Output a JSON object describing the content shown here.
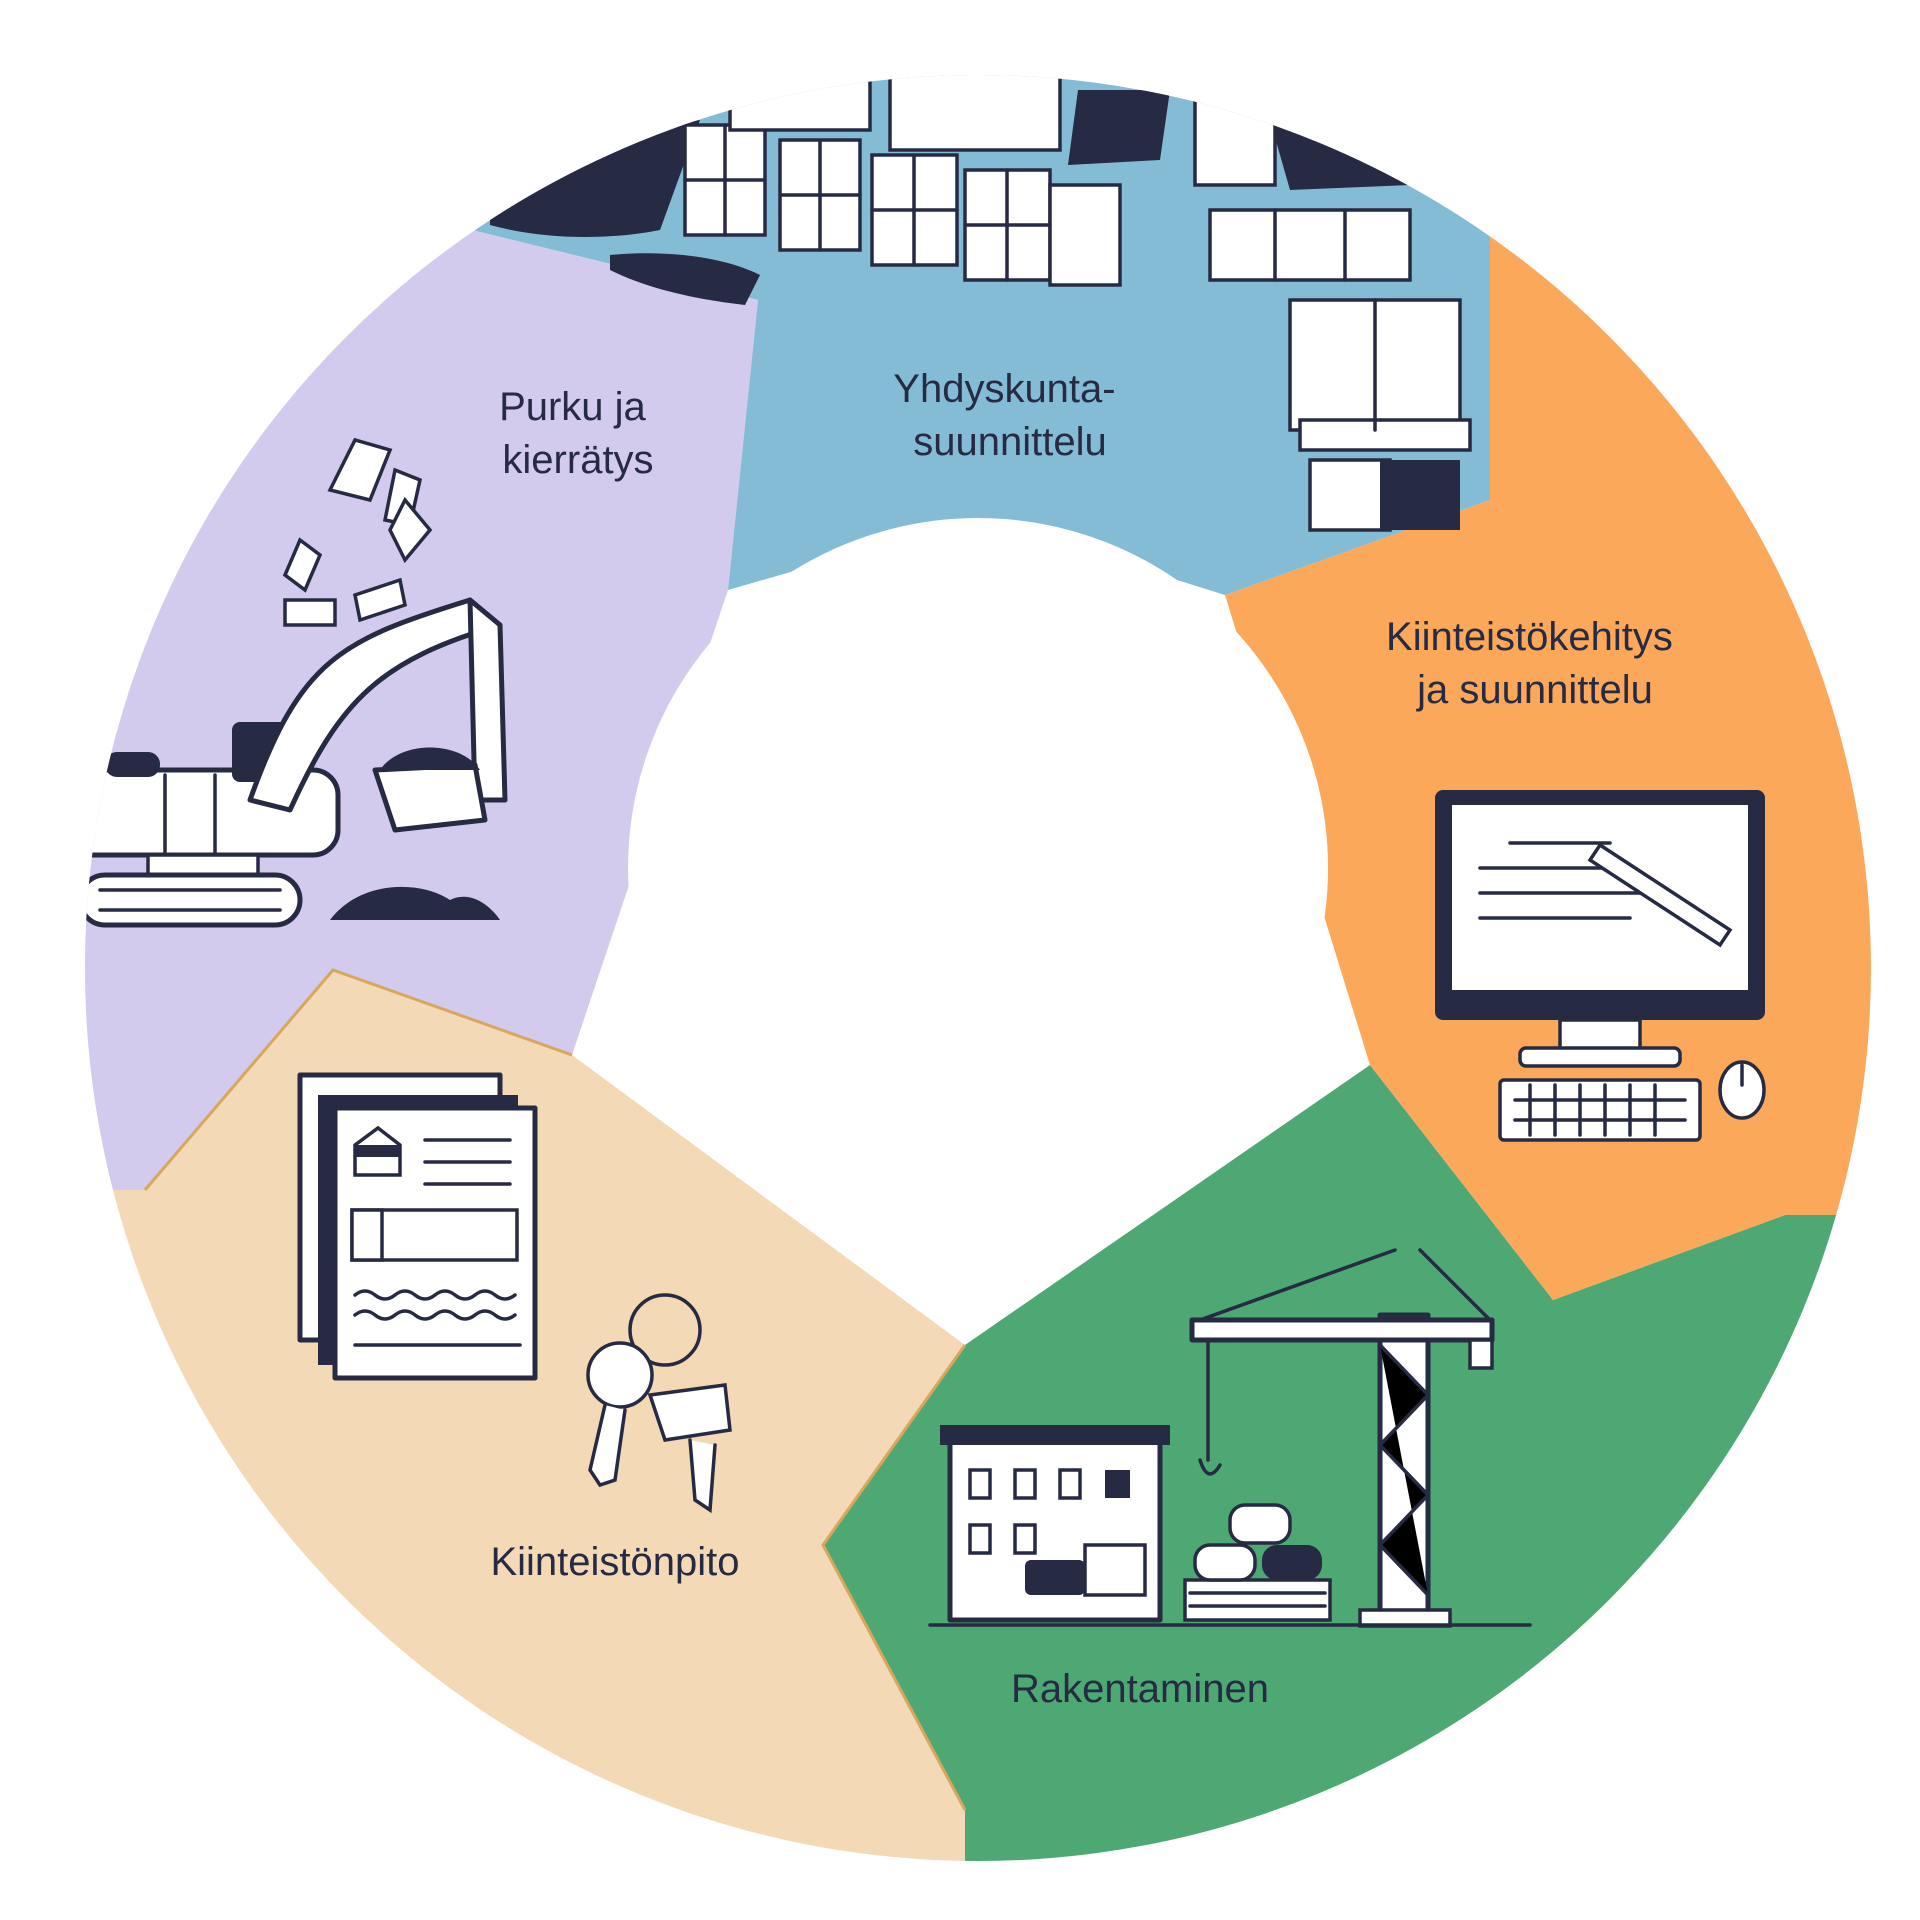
{
  "colors": {
    "yhdyskunta": "#85bcd5",
    "kiinteistokehitys": "#fba85b",
    "rakentaminen": "#4ea874",
    "kiinteistonpito": "#f4d9b6",
    "purku": "#d2cbee",
    "ink": "#262a43",
    "hole": "#ffffff"
  },
  "segments": [
    {
      "id": "yhdyskunta",
      "label_lines": [
        "Yhdyskunta-",
        "suunnittelu"
      ],
      "icon": "city-map-icon"
    },
    {
      "id": "kiinteistokehitys",
      "label_lines": [
        "Kiinteistökehitys",
        "ja suunnittelu"
      ],
      "icon": "computer-icon"
    },
    {
      "id": "rakentaminen",
      "label_lines": [
        "Rakentaminen"
      ],
      "icon": "construction-site-icon"
    },
    {
      "id": "kiinteistonpito",
      "label_lines": [
        "Kiinteistönpito"
      ],
      "icon": "documents-keys-icon"
    },
    {
      "id": "purku",
      "label_lines": [
        "Purku ja",
        "kierrätys"
      ],
      "icon": "excavator-recycle-icon"
    }
  ]
}
